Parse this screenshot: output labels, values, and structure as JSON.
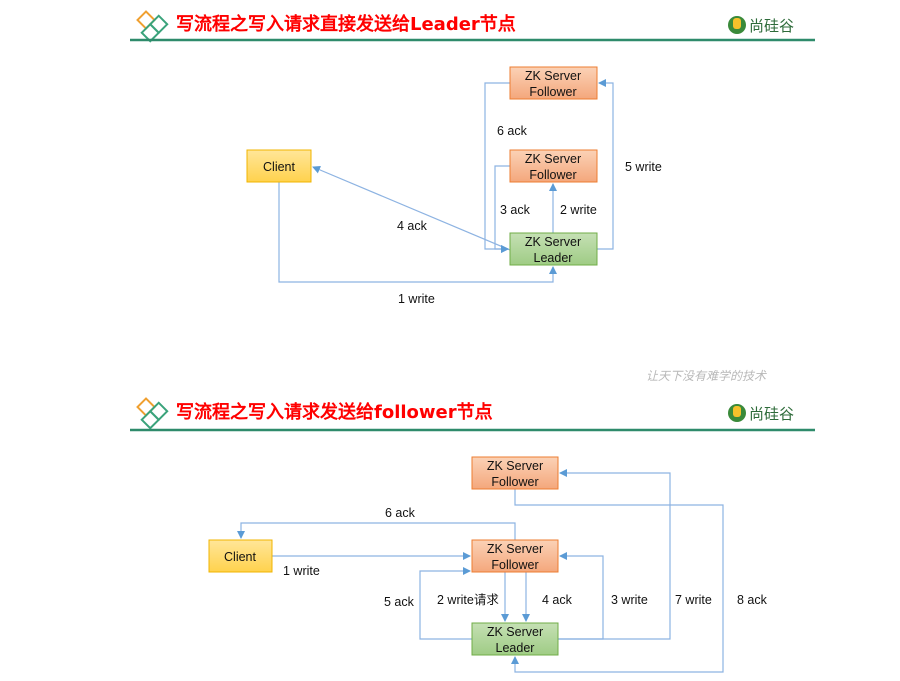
{
  "slides": [
    {
      "title": "写流程之写入请求直接发送给Leader节点",
      "brand": "尚硅谷",
      "nodes": {
        "client": "Client",
        "follower1": [
          "ZK Server",
          "Follower"
        ],
        "follower2": [
          "ZK Server",
          "Follower"
        ],
        "leader": [
          "ZK Server",
          "Leader"
        ]
      },
      "edges": [
        "1 write",
        "2 write",
        "3 ack",
        "4 ack",
        "5 write",
        "6 ack"
      ]
    },
    {
      "title": "写流程之写入请求发送给follower节点",
      "brand": "尚硅谷",
      "nodes": {
        "client": "Client",
        "follower1": [
          "ZK Server",
          "Follower"
        ],
        "follower2": [
          "ZK Server",
          "Follower"
        ],
        "leader": [
          "ZK Server",
          "Leader"
        ]
      },
      "edges": [
        "1 write",
        "2 write请求",
        "3 write",
        "4 ack",
        "5 ack",
        "6 ack",
        "7 write",
        "8 ack"
      ]
    }
  ],
  "slogan": "让天下没有难学的技术",
  "colors": {
    "follower": "#f4b183",
    "leader": "#a9d18e",
    "client": "#ffd966",
    "line": "#8db3e2",
    "title": "#ff0000",
    "rule": "#2e8b6b"
  }
}
